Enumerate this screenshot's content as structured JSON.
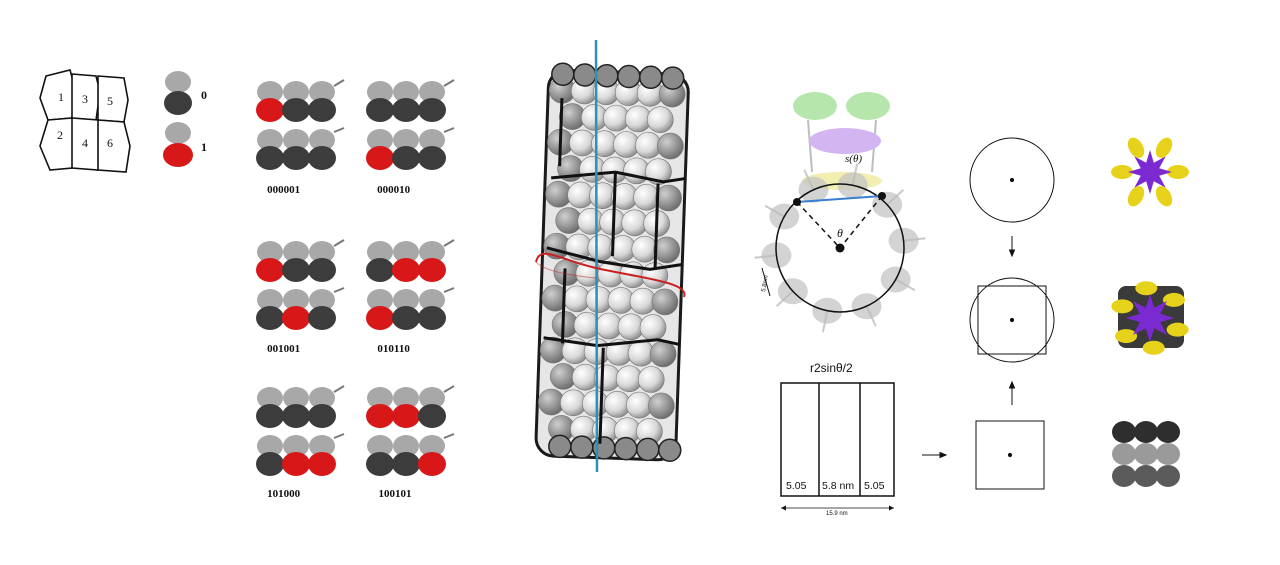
{
  "panel_a": {
    "grid_numbers": [
      "1",
      "3",
      "5",
      "2",
      "4",
      "6"
    ],
    "legend": {
      "zero": "0",
      "one": "1"
    },
    "codes": [
      "000001",
      "000010",
      "001001",
      "010110",
      "101000",
      "100101"
    ]
  },
  "panel_c": {
    "angle_label": "θ",
    "arc_label": "s(θ)",
    "width_label": "5.8nm",
    "formula": "r2sinθ/2",
    "strip_labels": [
      "5.05",
      "5.8 nm",
      "5.05"
    ],
    "total_width": "15.9 nm"
  },
  "colors": {
    "dark_subunit": "#3c3c3c",
    "light_subunit": "#a8a8a8",
    "red_subunit": "#d81818",
    "axis_blue": "#2e8fb8",
    "helix_red": "#c82020",
    "chord_blue": "#3a7fd0",
    "yellow": "#e6d21a",
    "purple": "#7a2ad0"
  }
}
